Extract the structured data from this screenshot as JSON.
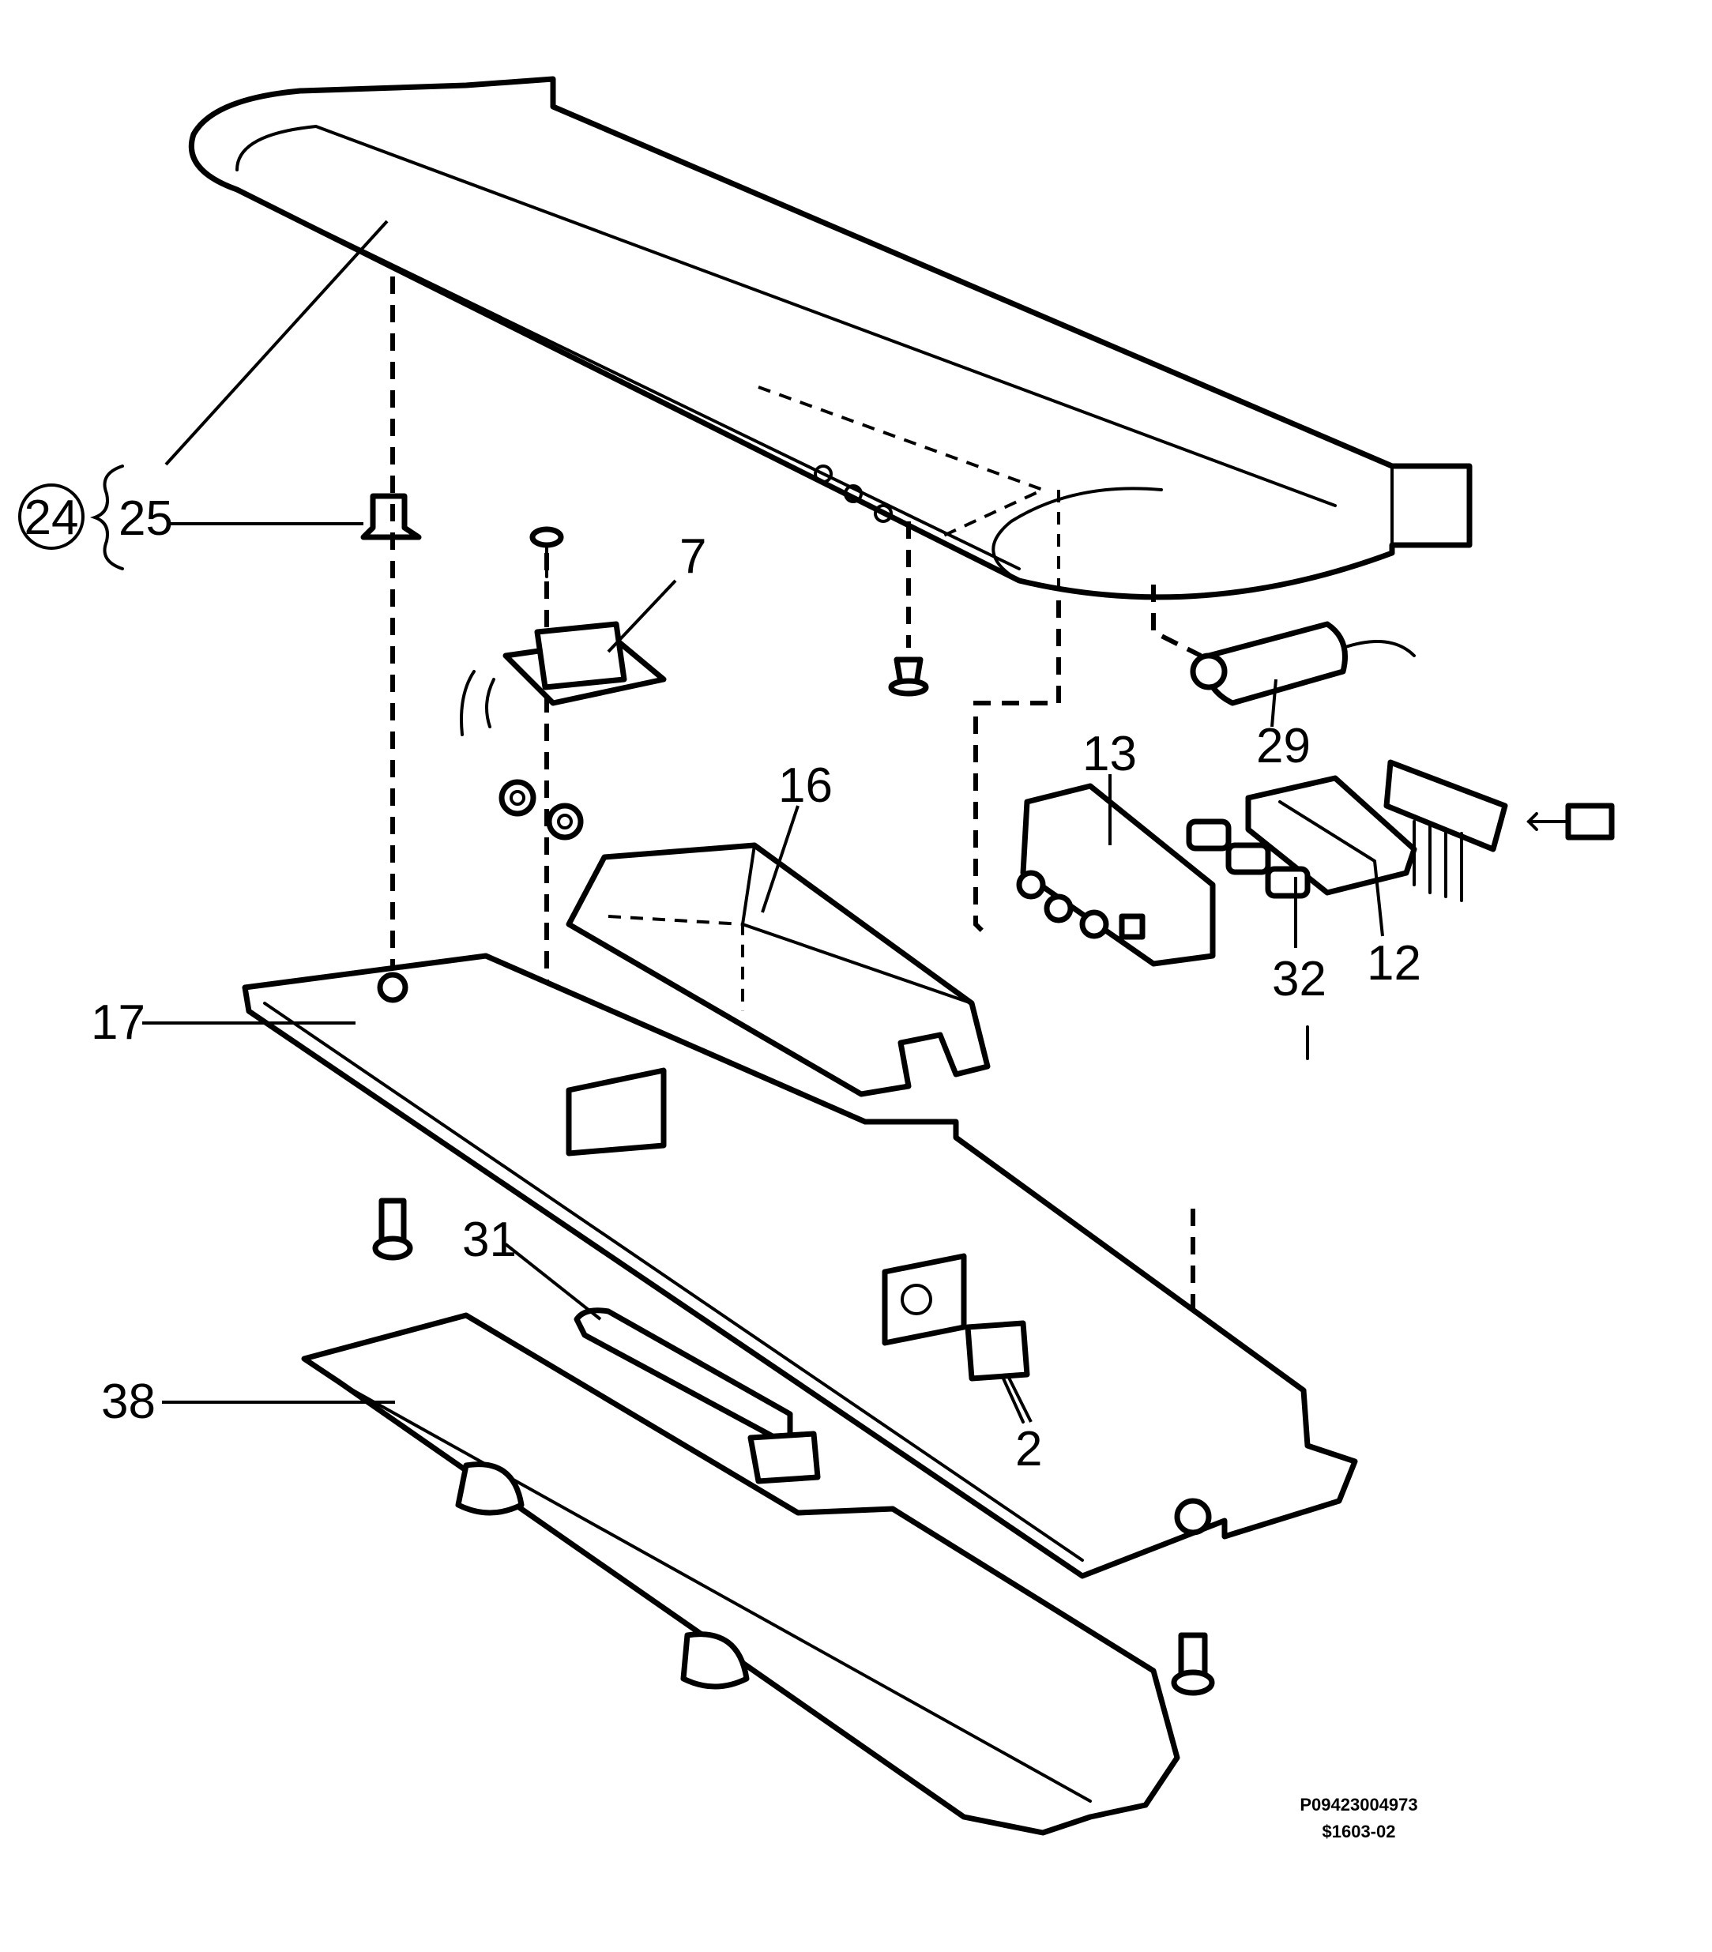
{
  "callouts": {
    "c24": "24",
    "c25": "25",
    "c7": "7",
    "c16": "16",
    "c13": "13",
    "c29": "29",
    "c12": "12",
    "c32": "32",
    "c17": "17",
    "c31": "31",
    "c38": "38",
    "c2": "2"
  },
  "codes": {
    "drawing_number": "P09423004973",
    "revision": "$1603-02"
  }
}
